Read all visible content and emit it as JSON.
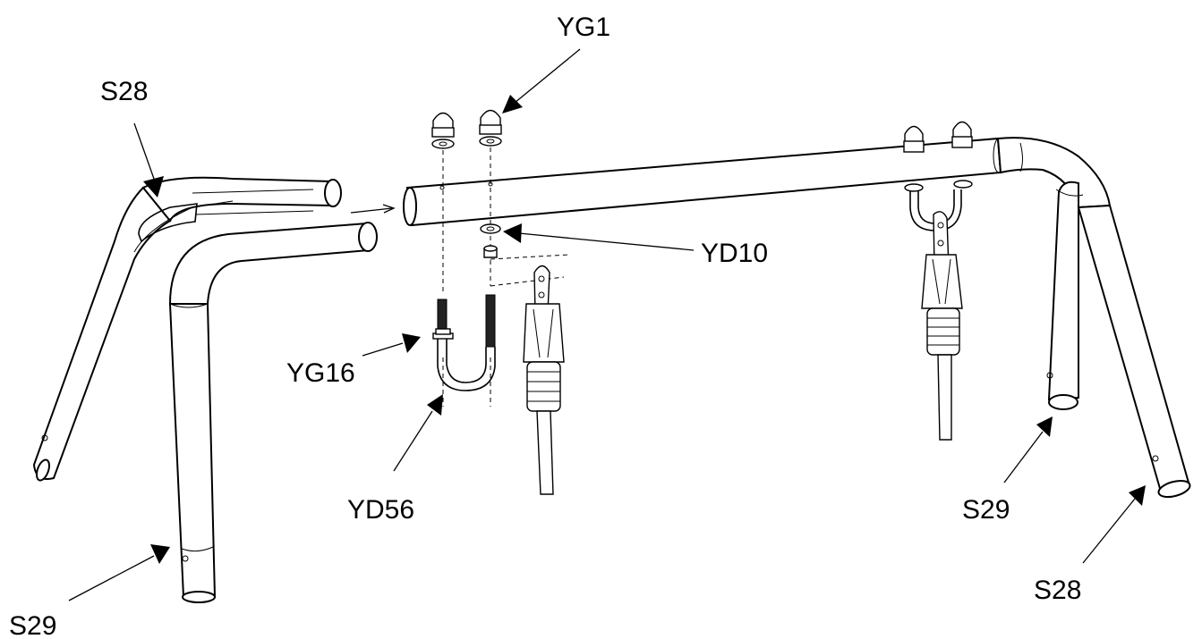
{
  "labels": {
    "yg1": "YG1",
    "s28_top_left": "S28",
    "yd10": "YD10",
    "yg16": "YG16",
    "yd56": "YD56",
    "s29_bottom_left": "S29",
    "s29_right": "S29",
    "s28_bottom_right": "S28"
  }
}
